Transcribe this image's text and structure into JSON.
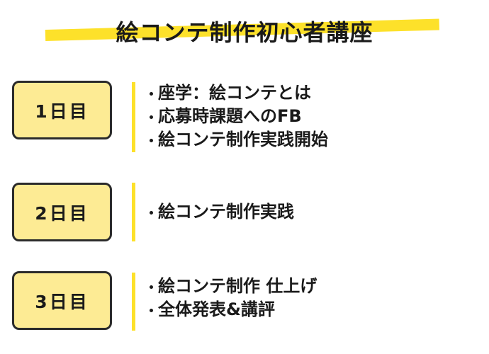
{
  "title": "絵コンテ制作初心者講座",
  "days": [
    {
      "label": "1日目",
      "items": [
        "座学：絵コンテとは",
        "応募時課題へのFB",
        "絵コンテ制作実践開始"
      ]
    },
    {
      "label": "2日目",
      "items": [
        "絵コンテ制作実践"
      ]
    },
    {
      "label": "3日目",
      "items": [
        "絵コンテ制作 仕上げ",
        "全体発表&講評"
      ]
    }
  ],
  "colors": {
    "accent_yellow": "#fde12a",
    "box_fill": "#fdeb94",
    "box_border": "#2b2b2b",
    "text": "#1a1a1a"
  }
}
